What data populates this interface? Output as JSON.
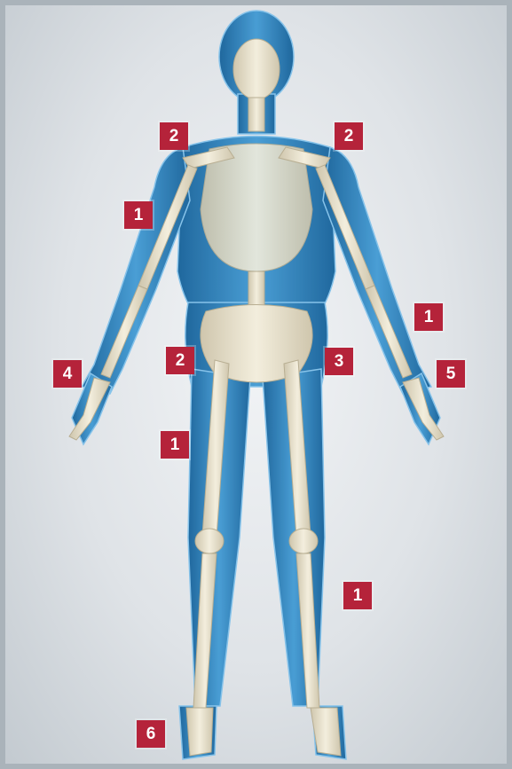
{
  "badge_color": "#b5233a",
  "body_color": "#1f78b8",
  "bone_color": "#e4dcc4",
  "badges": [
    "2",
    "2",
    "1",
    "1",
    "2",
    "3",
    "4",
    "5",
    "1",
    "1",
    "6"
  ]
}
